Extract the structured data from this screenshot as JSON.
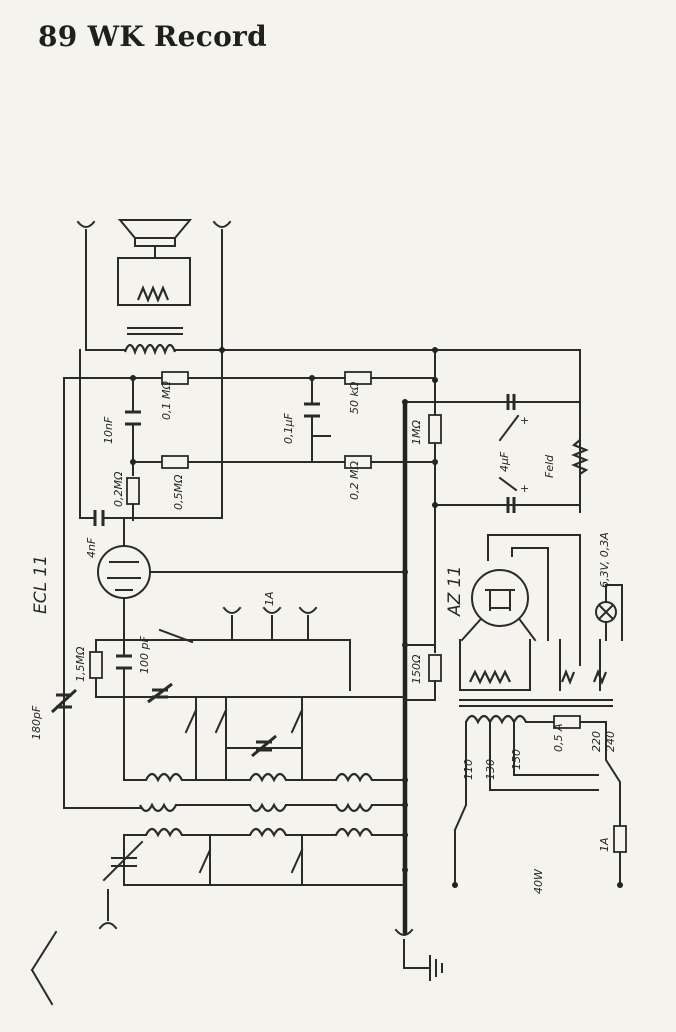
{
  "title": "89 WK Record",
  "labels": {
    "tube_ecl": "ECL 11",
    "tube_az": "AZ 11",
    "c_10nf": "10nF",
    "c_4nf": "4nF",
    "c_100pf": "100 pF",
    "c_180pf": "180pF",
    "c_01uf": "0,1µF",
    "c_4uf": "4µF",
    "r_01m": "0,1 MΩ",
    "r_50k": "50 kΩ",
    "r_02m": "0,2 MΩ",
    "r_02m_b": "0,2MΩ",
    "r_05m": "0,5MΩ",
    "r_1m": "1MΩ",
    "r_15m": "1,5MΩ",
    "r_150": "150Ω",
    "field": "Feld",
    "lamp": "6,3V, 0,3A",
    "switch_1a": "1A",
    "fuse_05a": "0,5 A",
    "fuse_1a": "1A",
    "v110": "110",
    "v130": "130",
    "v150": "150",
    "v220": "220",
    "v240": "240",
    "power": "40W",
    "plus_top": "+",
    "plus_bottom": "+"
  }
}
